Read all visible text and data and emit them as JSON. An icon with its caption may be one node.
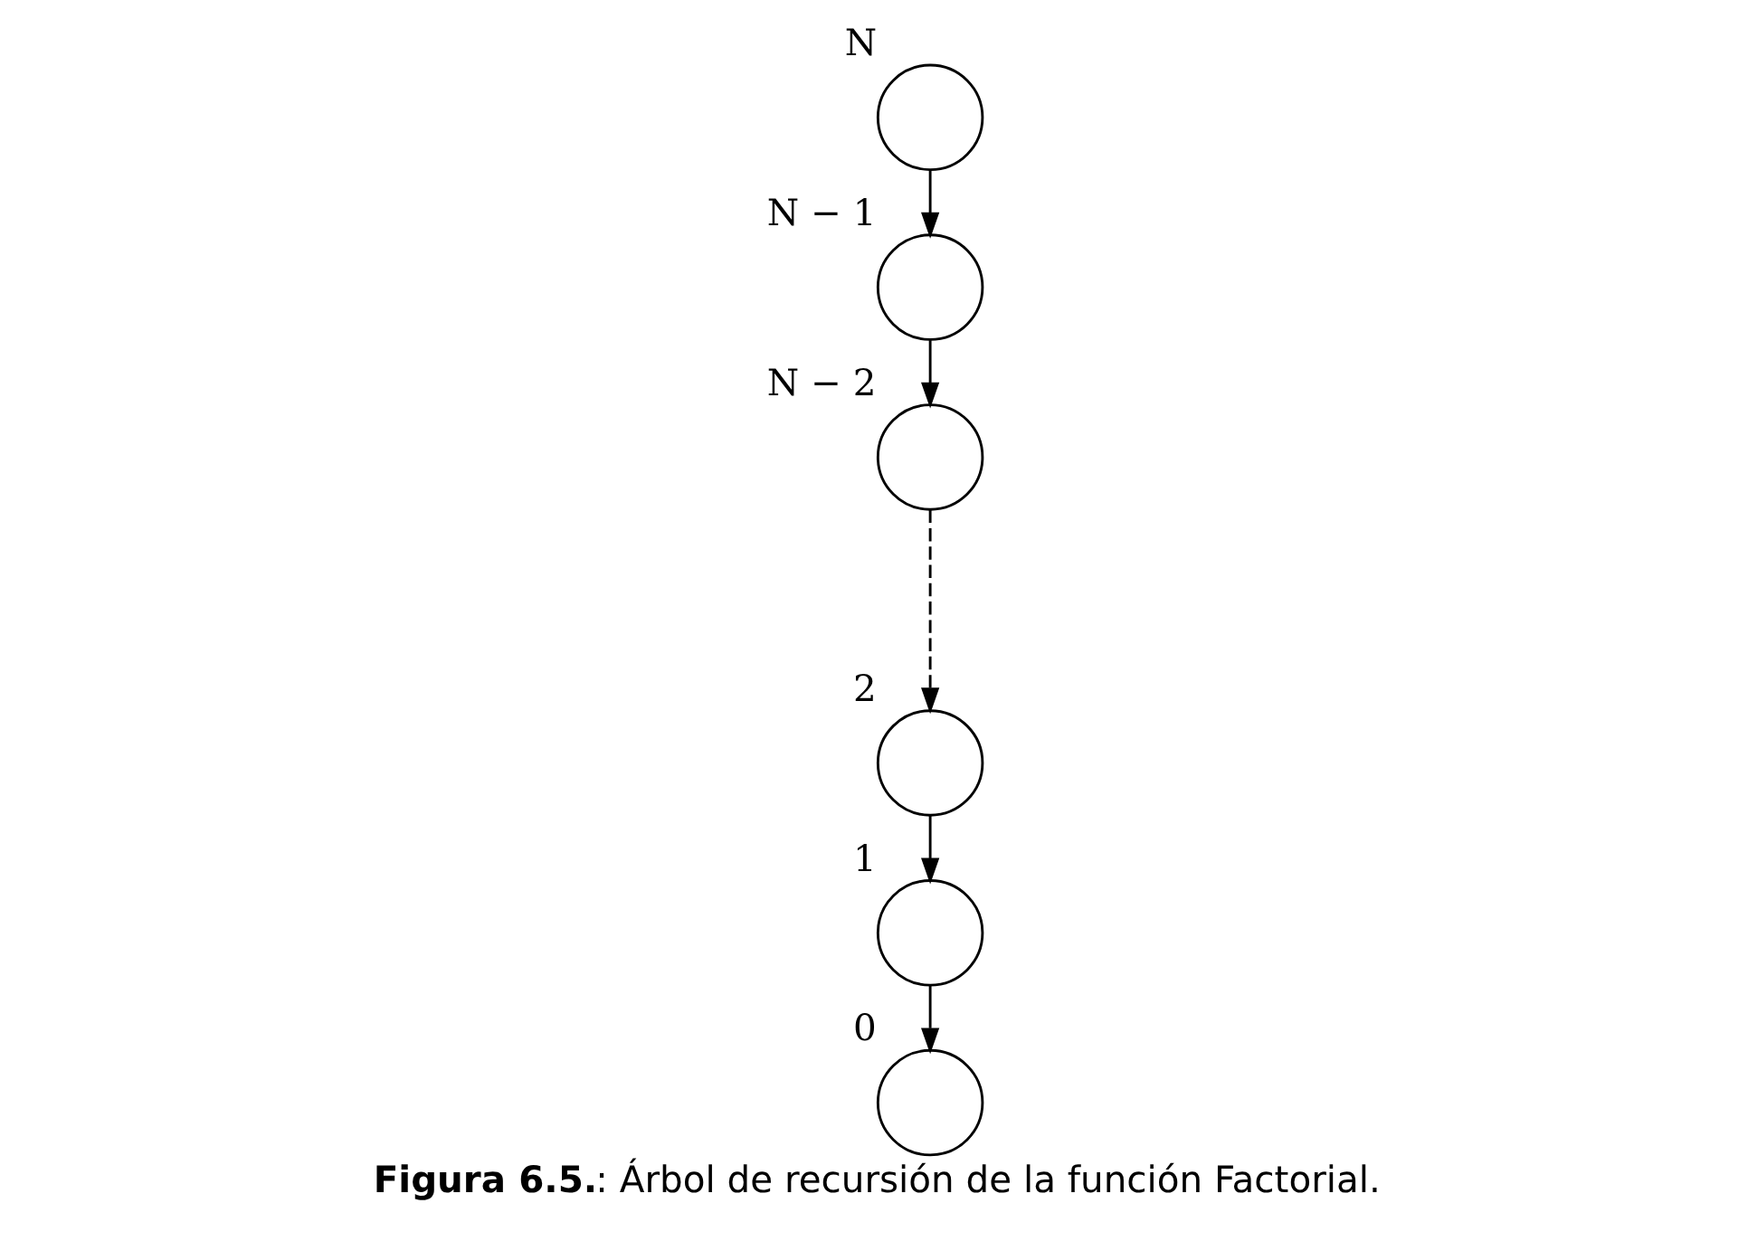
{
  "diagram": {
    "caption": "**Figura 6.5.**: Árbol de recursión de la función Factorial.",
    "nodes": [
      {
        "text": [],
        "shape": "circle",
        "beside": [
          "N"
        ]
      },
      {
        "text": [],
        "shape": "circle",
        "beside": [
          "N − 1"
        ]
      },
      {
        "text": [],
        "shape": "circle",
        "beside": [
          "N − 2"
        ]
      },
      {
        "text": [],
        "shape": "circle",
        "beside": [
          "2"
        ]
      },
      {
        "text": [],
        "shape": "circle",
        "beside": [
          "1"
        ]
      },
      {
        "text": [],
        "shape": "circle",
        "beside": [
          "0"
        ]
      }
    ],
    "edges": [
      {
        "from": 0,
        "to": 1,
        "arrow": "to"
      },
      {
        "from": 1,
        "to": 2,
        "arrow": "to"
      },
      {
        "from": 2,
        "to": 3,
        "arrow": "to",
        "style": "dashed"
      },
      {
        "from": 3,
        "to": 4,
        "arrow": "to"
      },
      {
        "from": 4,
        "to": 5,
        "arrow": "to"
      }
    ]
  }
}
